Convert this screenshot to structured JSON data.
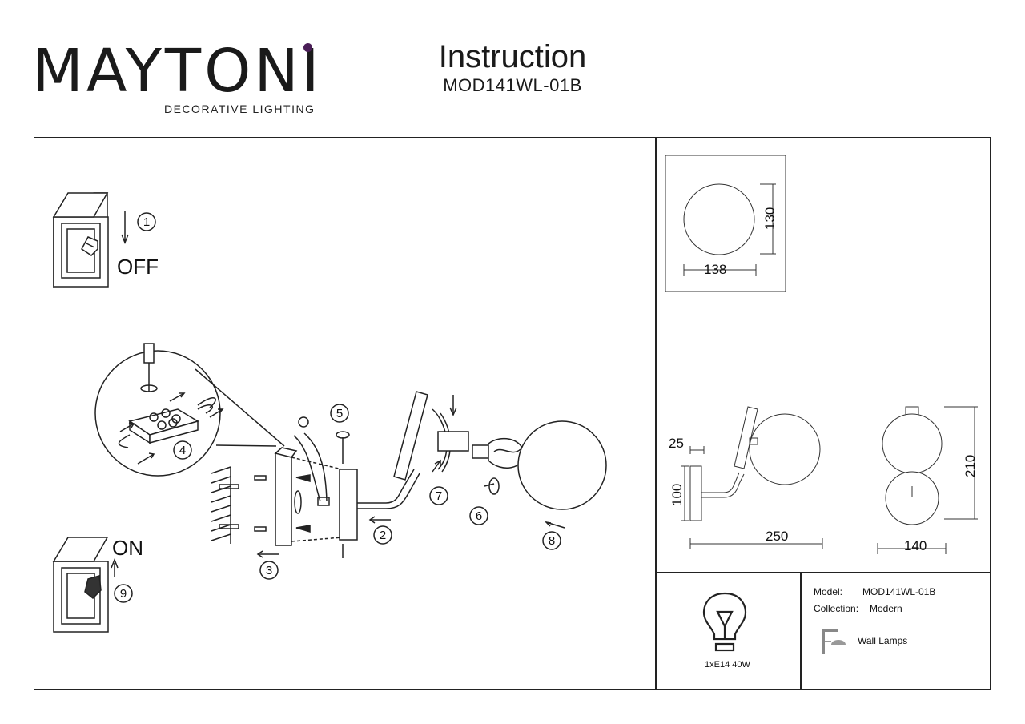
{
  "brand": {
    "logo_text": "MAYTONI",
    "tagline": "DECORATIVE LIGHTING",
    "accent_color": "#4a1e57"
  },
  "header": {
    "title": "Instruction",
    "model": "MOD141WL-01B"
  },
  "steps": {
    "off_label": "OFF",
    "on_label": "ON",
    "numbers": [
      "1",
      "2",
      "3",
      "4",
      "5",
      "6",
      "7",
      "8",
      "9"
    ]
  },
  "dimensions": {
    "front_width": "138",
    "front_height": "130",
    "side_depth_top": "25",
    "side_plate_height": "100",
    "side_length": "250",
    "back_width": "140",
    "back_height": "210"
  },
  "bulb": {
    "icon": "bulb-icon",
    "spec": "1xE14 40W"
  },
  "info": {
    "model_label": "Model:",
    "model_value": "MOD141WL-01B",
    "collection_label": "Collection:",
    "collection_value": "Modern",
    "category_icon": "wall-lamp-icon",
    "category": "Wall Lamps"
  }
}
